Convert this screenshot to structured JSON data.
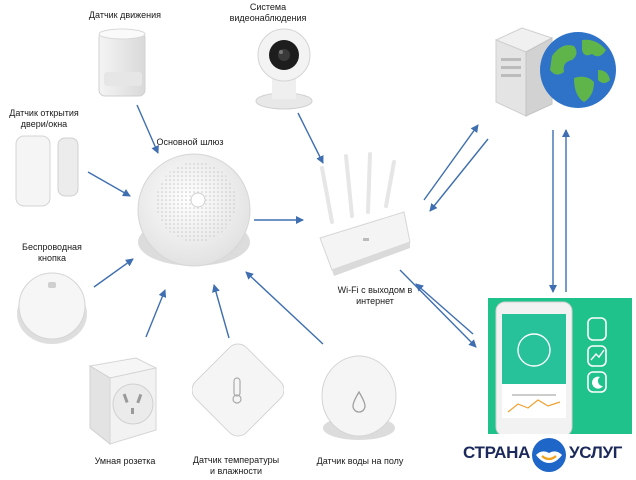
{
  "labels": {
    "motion": "Датчик движения",
    "camera_line1": "Система",
    "camera_line2": "видеонаблюдения",
    "door_line1": "Датчик открытия",
    "door_line2": "двери/окна",
    "gateway": "Основной шлюз",
    "button_line1": "Беспроводная",
    "button_line2": "кнопка",
    "router_line1": "Wi-Fi с выходом в",
    "router_line2": "интернет",
    "socket": "Умная розетка",
    "temp_line1": "Датчик температуры",
    "temp_line2": "и влажности",
    "water": "Датчик воды на полу"
  },
  "brand": {
    "left": "СТРАНА",
    "right": "УСЛУГ"
  },
  "colors": {
    "arrow": "#3f6fb0",
    "phone_bg": "#1fc28b",
    "brand_text": "#1b2a5a",
    "brand_circle": "#1e66c7",
    "brand_accent": "#f2a21c"
  },
  "icons": [
    "motion-sensor-icon",
    "camera-icon",
    "door-sensor-icon",
    "gateway-icon",
    "wireless-button-icon",
    "router-icon",
    "server-icon",
    "globe-icon",
    "phone-app-icon",
    "smart-socket-icon",
    "temperature-sensor-icon",
    "water-sensor-icon",
    "handshake-icon"
  ]
}
